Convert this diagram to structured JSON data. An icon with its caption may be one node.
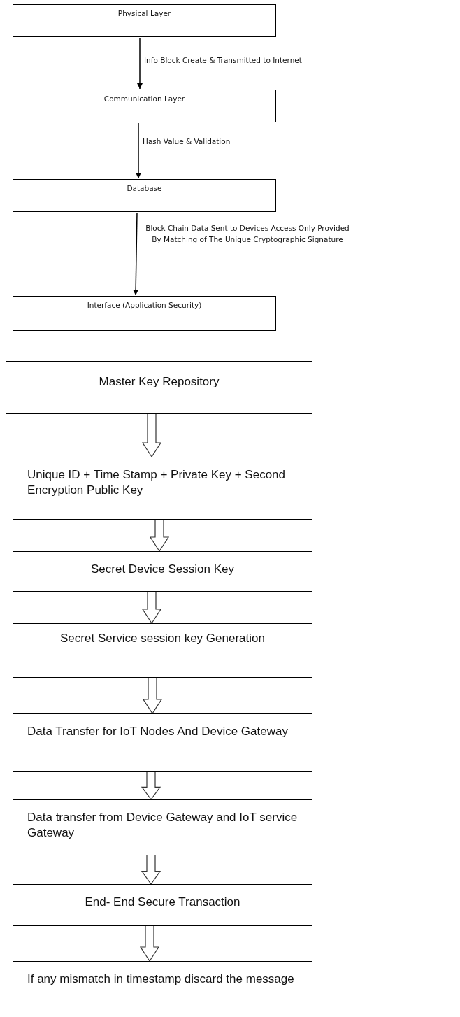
{
  "diagram": {
    "nodes": [
      {
        "text": [
          "Physical Layer"
        ]
      },
      {
        "text": [
          "Communication Layer"
        ]
      },
      {
        "text": [
          "Database"
        ]
      },
      {
        "text": [
          "Interface (Application Security)"
        ]
      },
      {
        "text": [
          "Master Key Repository"
        ]
      },
      {
        "text": [
          "Unique ID + Time Stamp + Private Key + Second Encryption Public Key"
        ]
      },
      {
        "text": [
          "Secret Device Session Key"
        ]
      },
      {
        "text": [
          "Secret Service session key Generation"
        ]
      },
      {
        "text": [
          "Data Transfer for IoT Nodes And Device Gateway"
        ]
      },
      {
        "text": [
          "Data transfer from Device Gateway and IoT service Gateway"
        ]
      },
      {
        "text": [
          "End- End Secure Transaction"
        ]
      },
      {
        "text": [
          "If any mismatch in timestamp discard the message"
        ]
      }
    ],
    "edges": [
      {
        "from": 0,
        "to": 1,
        "arrow": "to",
        "label": "Info Block Create & Transmitted to Internet"
      },
      {
        "from": 1,
        "to": 2,
        "arrow": "to",
        "label": "Hash Value & Validation"
      },
      {
        "from": 2,
        "to": 3,
        "arrow": "to",
        "label": "Block Chain Data Sent to Devices Access Only Provided By Matching of The Unique Cryptographic Signature"
      },
      {
        "from": 4,
        "to": 5,
        "arrow": "to",
        "style": "thick"
      },
      {
        "from": 5,
        "to": 6,
        "arrow": "to",
        "style": "thick"
      },
      {
        "from": 6,
        "to": 7,
        "arrow": "to",
        "style": "thick"
      },
      {
        "from": 7,
        "to": 8,
        "arrow": "to",
        "style": "thick"
      },
      {
        "from": 8,
        "to": 9,
        "arrow": "to",
        "style": "thick"
      },
      {
        "from": 9,
        "to": 10,
        "arrow": "to",
        "style": "thick"
      },
      {
        "from": 10,
        "to": 11,
        "arrow": "to",
        "style": "thick"
      }
    ]
  }
}
